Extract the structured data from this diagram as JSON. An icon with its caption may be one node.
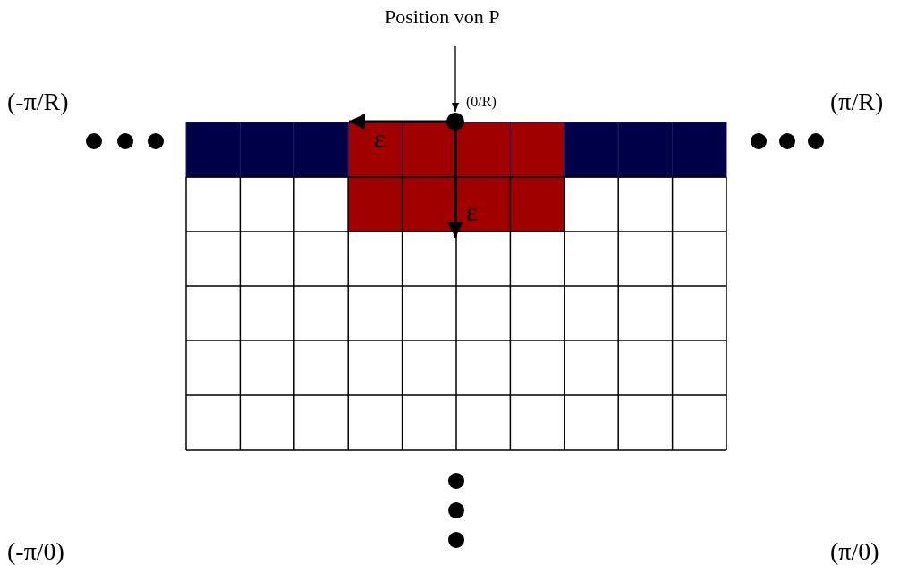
{
  "diagram": {
    "nodes": [
      {
        "text": [
          "Position von P"
        ]
      },
      {
        "text": [],
        "shape": "circle",
        "beside": [
          "(0/R)"
        ]
      }
    ],
    "edges": [
      {
        "from": 0,
        "to": 1,
        "arrow": "to"
      }
    ],
    "labels": [
      "(-π/R)",
      "(π/R)",
      "ε",
      "ε",
      "(-π/0)",
      "(π/0)"
    ]
  }
}
